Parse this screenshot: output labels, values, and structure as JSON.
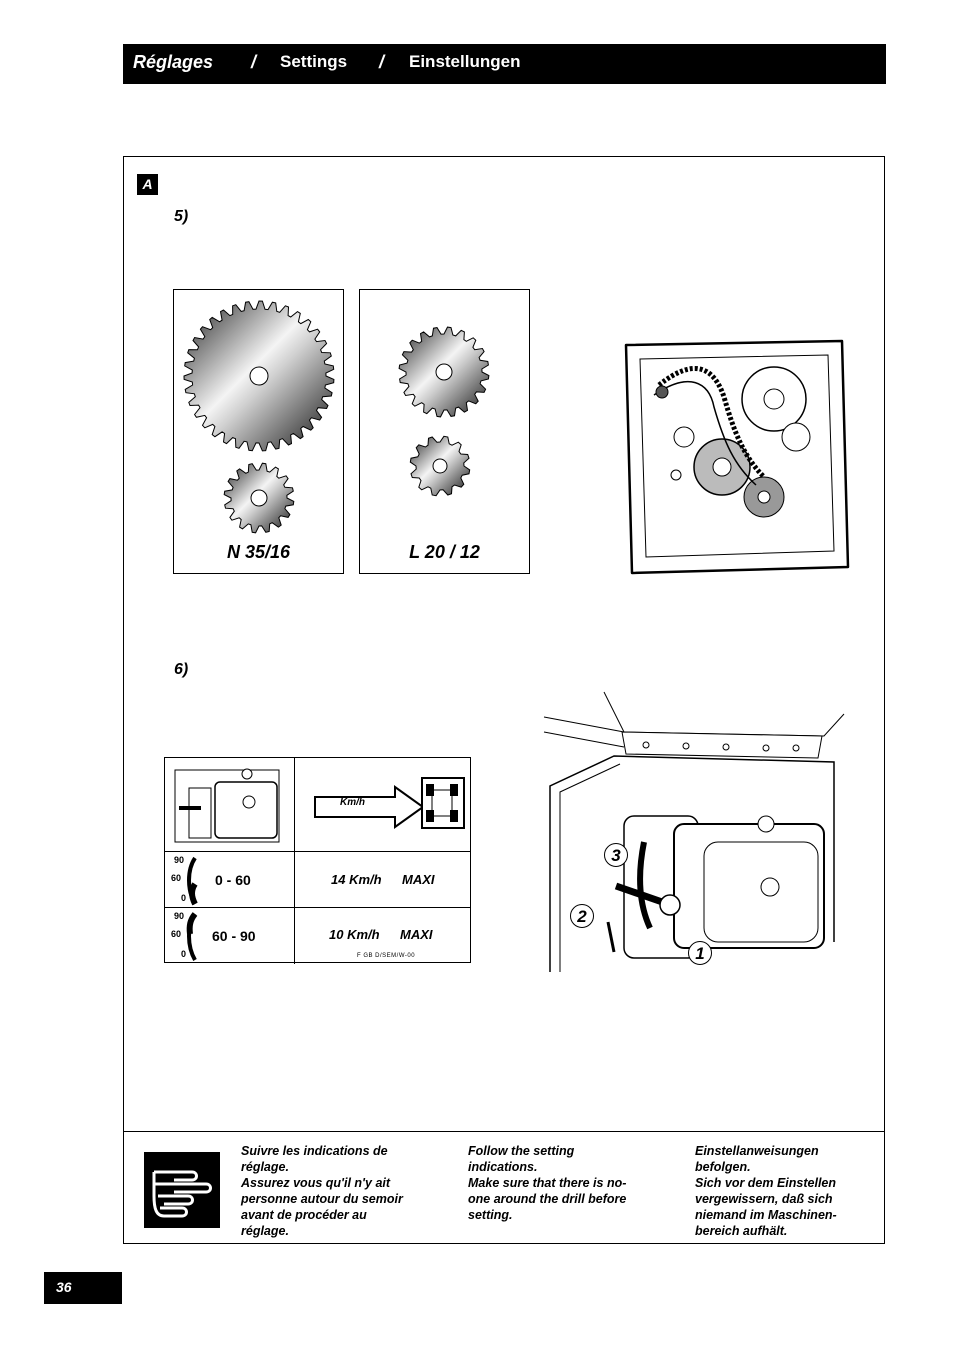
{
  "header": {
    "title_fr": "Réglages",
    "sep1": "/",
    "title_en": "Settings",
    "sep2": "/",
    "title_de": "Einstellungen"
  },
  "panel": {
    "label": "A",
    "step5": "5)",
    "step6": "6)"
  },
  "gears": [
    {
      "label": "N 35/16"
    },
    {
      "label": "L 20 / 12"
    }
  ],
  "table": {
    "arrow_label": "Km/h",
    "rows": [
      {
        "range": "0 - 60",
        "speed": "14 Km/h",
        "limit": "MAXI",
        "scale": [
          "90",
          "60",
          "0"
        ]
      },
      {
        "range": "60 - 90",
        "speed": "10 Km/h",
        "limit": "MAXI",
        "scale": [
          "90",
          "60",
          "0"
        ]
      }
    ],
    "footnote": "F GB D/SEM/W-00"
  },
  "callouts": [
    "1",
    "2",
    "3"
  ],
  "notes": {
    "fr": [
      "Suivre les indications de",
      "réglage.",
      "Assurez vous qu'il n'y ait",
      "personne autour du semoir",
      "avant de procéder au",
      "réglage."
    ],
    "en": [
      "Follow the setting",
      "indications.",
      "Make sure that there is no-",
      "one around the drill before",
      "setting."
    ],
    "de": [
      "Einstellanweisungen",
      "befolgen.",
      "Sich vor dem Einstellen",
      "vergewissern, daß sich",
      "niemand im Maschinen-",
      "bereich aufhält."
    ]
  },
  "icons": [
    "hand-pointer-icon",
    "tractor-icon",
    "arrow-right-icon"
  ],
  "page_number": "36"
}
